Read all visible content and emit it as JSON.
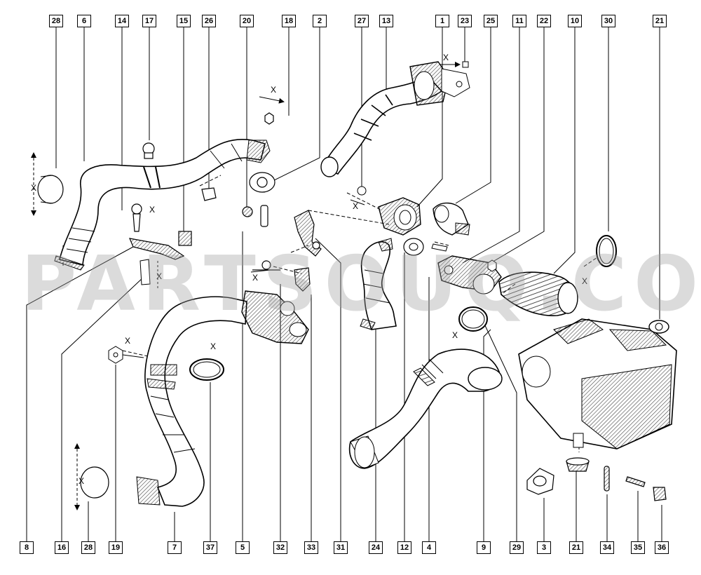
{
  "diagram": {
    "watermark": "PARTSOUQ.COM",
    "dimension_mark": "X",
    "top_callouts": [
      "28",
      "6",
      "14",
      "17",
      "15",
      "26",
      "20",
      "18",
      "2",
      "27",
      "13",
      "1",
      "23",
      "25",
      "11",
      "22",
      "10",
      "30",
      "21"
    ],
    "bottom_callouts": [
      "8",
      "16",
      "28",
      "19",
      "7",
      "37",
      "5",
      "32",
      "33",
      "31",
      "24",
      "12",
      "4",
      "9",
      "29",
      "3",
      "21",
      "34",
      "35",
      "36"
    ],
    "colors": {
      "line": "#000000",
      "fill": "#ffffff",
      "hatch": "#555555",
      "watermark": "#a0a0a0"
    }
  }
}
